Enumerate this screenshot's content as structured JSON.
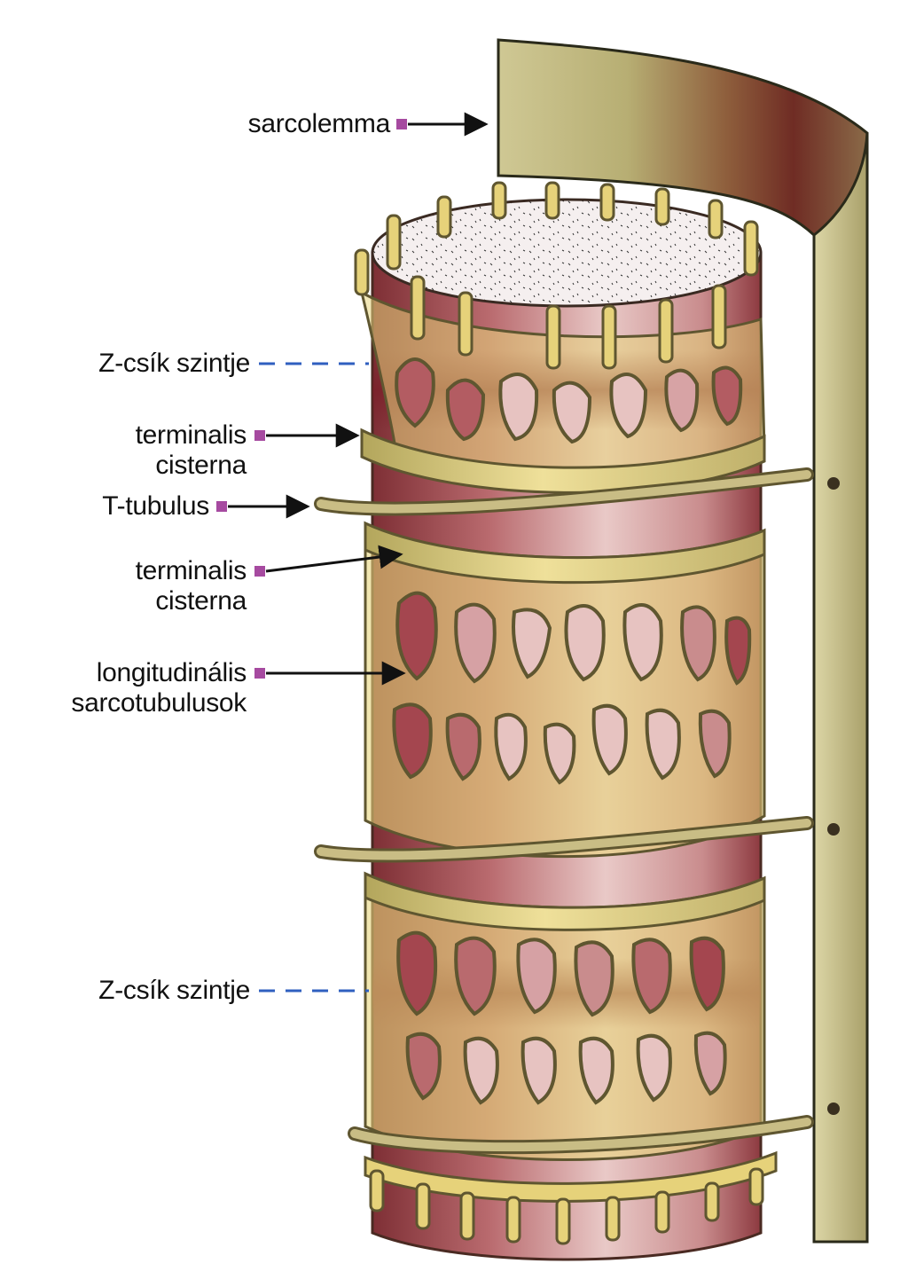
{
  "labels": {
    "sarcolemma": "sarcolemma",
    "z_band_top": "Z-csík szintje",
    "terminal_cistern_1_line1": "terminalis",
    "terminal_cistern_1_line2": "cisterna",
    "t_tubule": "T-tubulus",
    "terminal_cistern_2_line1": "terminalis",
    "terminal_cistern_2_line2": "cisterna",
    "longitudinal_line1": "longitudinális",
    "longitudinal_line2": "sarcotubulusok",
    "z_band_bottom": "Z-csík szintje"
  },
  "colors": {
    "marker": "#a64aa0",
    "dashed_line": "#2f5fbf",
    "arrow": "#111111",
    "reticulum_yellow": "#e6d27a",
    "reticulum_outline": "#5f5630",
    "myofibril_red": "#a4464f",
    "myofibril_pink": "#e9c9c7",
    "sarcolemma_olive": "#b2aa6f",
    "sarcolemma_shadow": "#6e2a22",
    "cut_surface": "#f4eeee"
  },
  "icons": [
    "square-marker-icon",
    "arrow-icon",
    "dashed-pointer-icon"
  ]
}
